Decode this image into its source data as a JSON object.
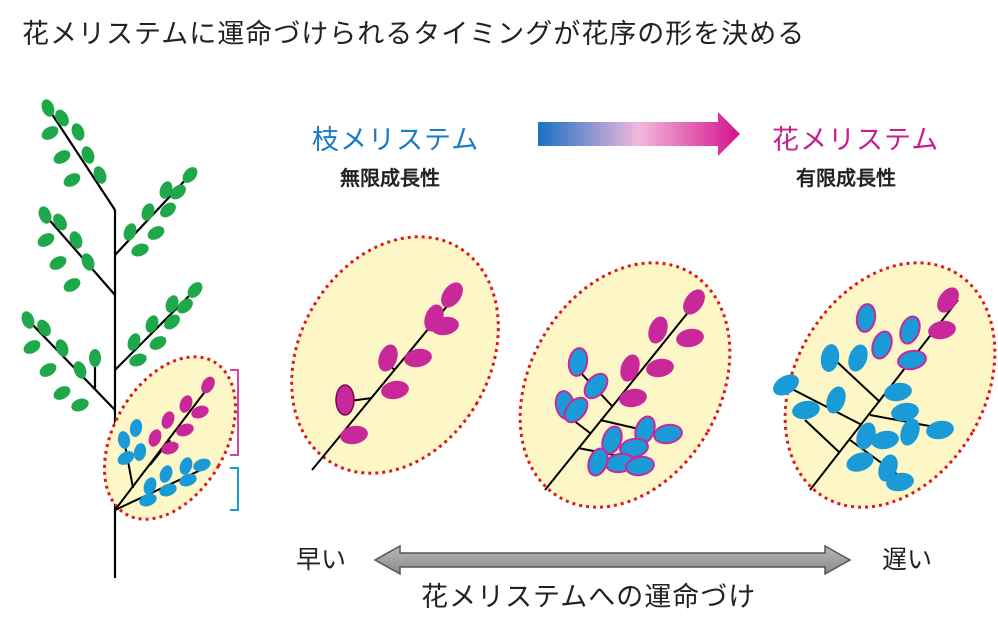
{
  "title": "花メリステムに運命づけられるタイミングが花序の形を決める",
  "branch_meristem": {
    "label": "枝メリステム",
    "property": "無限成長性",
    "color": "#1a7bc4"
  },
  "flower_meristem": {
    "label": "花メリステム",
    "property": "有限成長性",
    "color": "#c81e8c"
  },
  "timeline": {
    "early": "早い",
    "late": "遅い",
    "label": "花メリステムへの運命づけ"
  },
  "colors": {
    "leaf_green": "#1ea84a",
    "branch_blue": "#1a9ad6",
    "flower_magenta": "#c8289a",
    "highlight_fill": "#fdf7c8",
    "outline_red": "#e01818"
  }
}
